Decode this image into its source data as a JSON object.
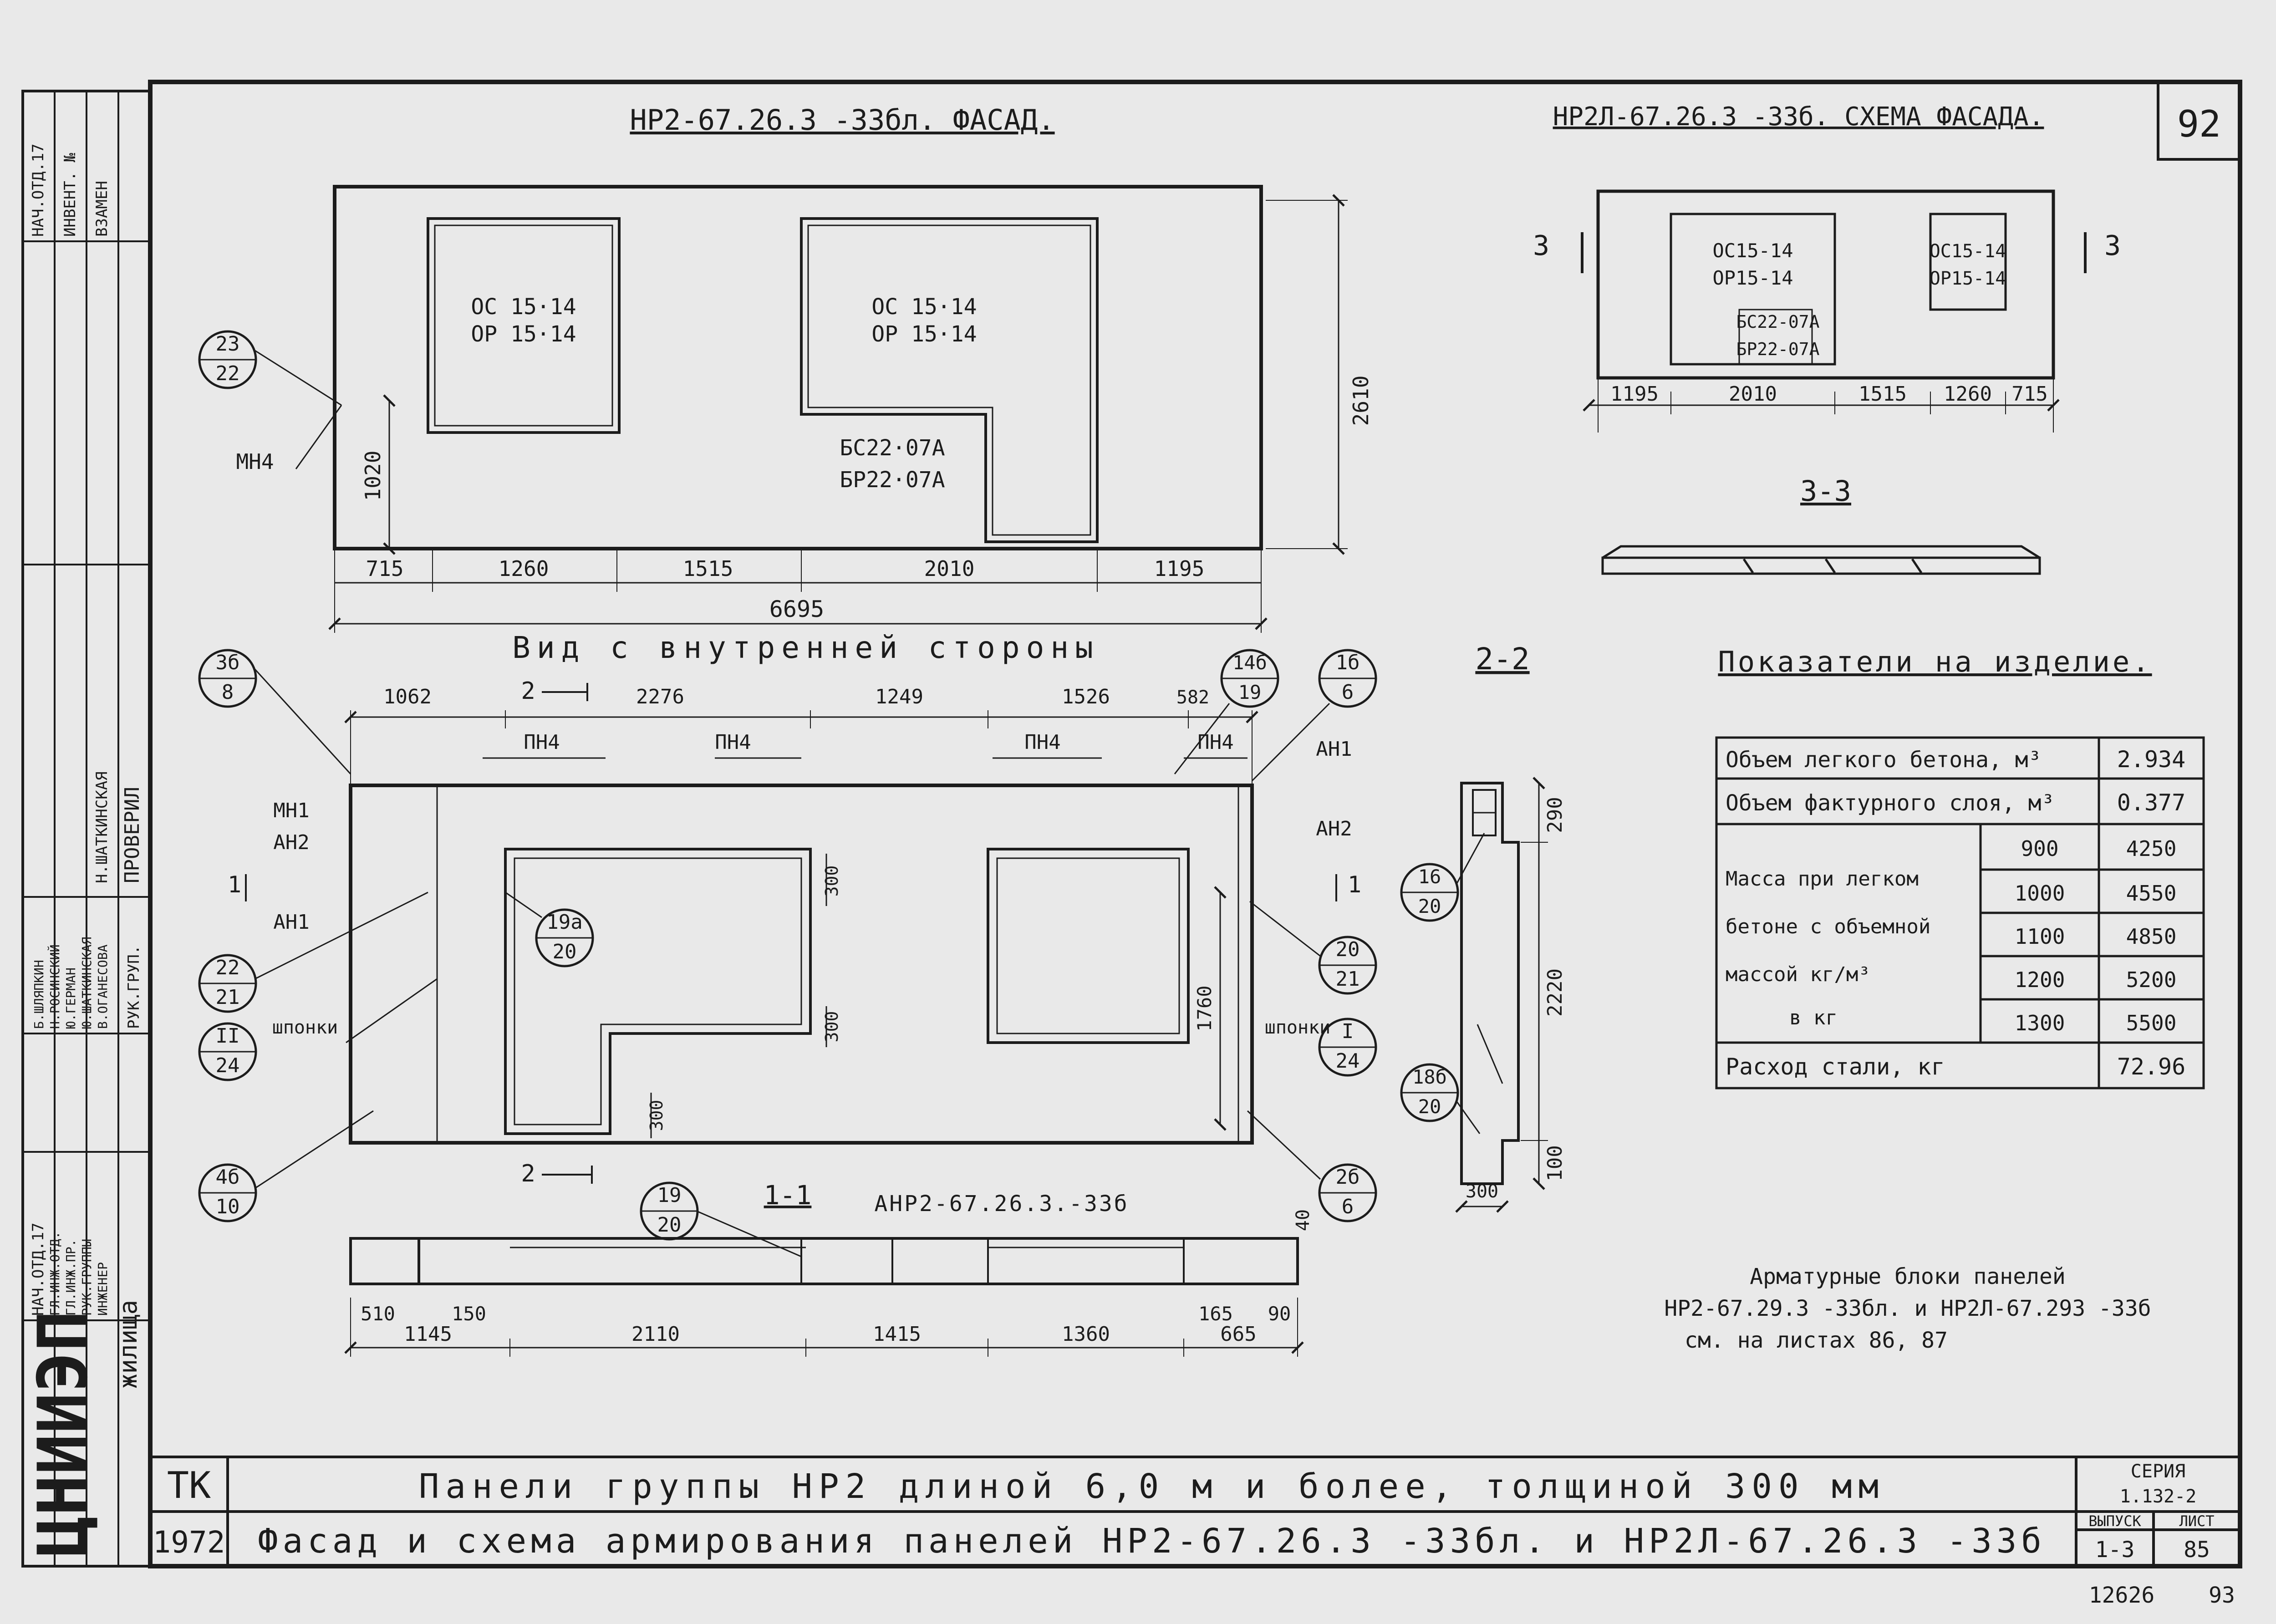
{
  "sheet": {
    "number": "92",
    "footer_number": "12626",
    "footer_page": "93"
  },
  "facade": {
    "title": "НР2-67.26.3 -33бл. ФАСАД.",
    "window1_top": "ОС 15·14",
    "window1_bottom": "ОР 15·14",
    "window2_top": "ОС 15·14",
    "window2_bottom": "ОР 15·14",
    "door_top": "БС22·07А",
    "door_bottom": "БР22·07А",
    "mark": "МН4",
    "height": "2610",
    "sill": "1020",
    "dims": [
      "715",
      "1260",
      "1515",
      "2010",
      "1195"
    ],
    "total": "6695",
    "callout_a": "23",
    "callout_b": "22"
  },
  "scheme": {
    "title": "НР2Л-67.26.3 -33б. СХЕМА ФАСАДА.",
    "w1_top": "ОС15-14",
    "w1_bottom": "ОР15-14",
    "w2_top": "ОС15-14",
    "w2_bottom": "ОР15-14",
    "d_top": "БС22-07А",
    "d_bottom": "БР22-07А",
    "dims": [
      "1195",
      "2010",
      "1515",
      "1260",
      "715"
    ],
    "cut_mark": "3"
  },
  "section33": {
    "title": "3-3"
  },
  "inner": {
    "title": "Вид с внутренней стороны",
    "top_dims": [
      "1062",
      "2276",
      "1249",
      "1526",
      "582"
    ],
    "pin": "ПН4",
    "cut2": "2",
    "cut1": "1",
    "mn1": "МН1",
    "an1": "АН1",
    "an2": "АН2",
    "shponki": "шпонки",
    "d300": "300",
    "d1760": "1760",
    "c_3b": "3б",
    "c_8": "8",
    "c_14b": "14б",
    "c_19": "19",
    "c_1b": "1б",
    "c_6": "6",
    "c_22": "22",
    "c_21": "21",
    "c_II": "II",
    "c_24": "24",
    "c_19a": "19а",
    "c_20": "20",
    "c_I": "I",
    "c_4b": "4б",
    "c_10": "10",
    "c_2b": "2б"
  },
  "section22": {
    "title": "2-2",
    "dims": [
      "290",
      "2220",
      "100"
    ],
    "width": "300",
    "d40": "40",
    "c_16": "16",
    "c_20": "20",
    "c_18b": "18б"
  },
  "section11": {
    "title": "1-1",
    "label": "АНР2-67.26.3.-33б",
    "d510": "510",
    "d150": "150",
    "d165": "165",
    "d90": "90",
    "dims": [
      "1145",
      "2110",
      "1415",
      "1360",
      "665"
    ],
    "c_19": "19",
    "c_20": "20"
  },
  "indicators": {
    "title": "Показатели на изделие.",
    "rows": [
      {
        "label": "Объем легкого бетона, м³",
        "value": "2.934"
      },
      {
        "label": "Объем фактурного слоя, м³",
        "value": "0.377"
      }
    ],
    "mass_label_lines": [
      "Масса при легком",
      "бетоне с объемной",
      "массой  кг/м³",
      "в кг"
    ],
    "mass_rows": [
      {
        "density": "900",
        "mass": "4250"
      },
      {
        "density": "1000",
        "mass": "4550"
      },
      {
        "density": "1100",
        "mass": "4850"
      },
      {
        "density": "1200",
        "mass": "5200"
      },
      {
        "density": "1300",
        "mass": "5500"
      }
    ],
    "steel_label": "Расход стали, кг",
    "steel_value": "72.96"
  },
  "note": {
    "lines": [
      "Арматурные блоки панелей",
      "НР2-67.29.3 -33бл. и НР2Л-67.293 -33б",
      "см. на листах 86, 87"
    ]
  },
  "stamp": {
    "org_logo": "ЦНИИЭП",
    "org_name": "жилища",
    "roles": [
      "НАЧ.ОТД.17",
      "ГЛ.ИНЖ.ОТД.",
      "ГЛ.ИНЖ.ПР.",
      "РУК.ГРУППЫ",
      "ИНЖЕНЕР"
    ],
    "names": [
      "Б.ШЛЯПКИН",
      "Н.РОСИНСКИЙ",
      "Ю.ГЕРМАН",
      "Ю.ШАТКИНСКАЯ",
      "В.ОГАНЕСОВА"
    ],
    "check_header": "ПРОВЕРИЛ",
    "check_roles": [
      "РУК.ГРУП.",
      "Н.ШАТКИНСКАЯ"
    ],
    "left_top_cells": [
      "ИНВЕНТ. №",
      "ВЗАМЕН"
    ],
    "tk": "ТК",
    "year": "1972",
    "title1": "Панели группы НР2 длиной 6,0 м и более, толщиной 300 мм",
    "title2": "Фасад и схема армирования панелей НР2-67.26.3 -33бл. и НР2Л-67.26.3 -33б",
    "series_label": "СЕРИЯ",
    "series": "1.132-2",
    "issue_label": "ВЫПУСК",
    "issue": "1-3",
    "sheet_label": "ЛИСТ",
    "sheet": "85"
  }
}
